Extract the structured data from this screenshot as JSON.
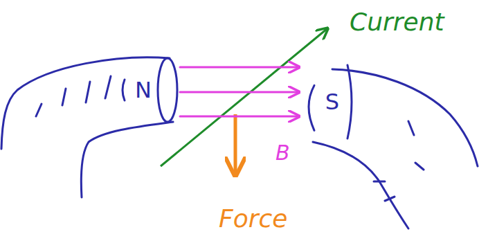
{
  "diagram": {
    "nodes": [
      {
        "text": [
          "N"
        ]
      },
      {
        "text": [
          "S"
        ]
      }
    ],
    "edges": [
      {
        "from": 0,
        "to": 1,
        "arrow": "to"
      },
      {
        "from": 0,
        "to": 1,
        "arrow": "to"
      },
      {
        "from": 0,
        "to": 1,
        "arrow": "to"
      }
    ],
    "labels": [
      "Current",
      "B",
      "Force"
    ]
  }
}
